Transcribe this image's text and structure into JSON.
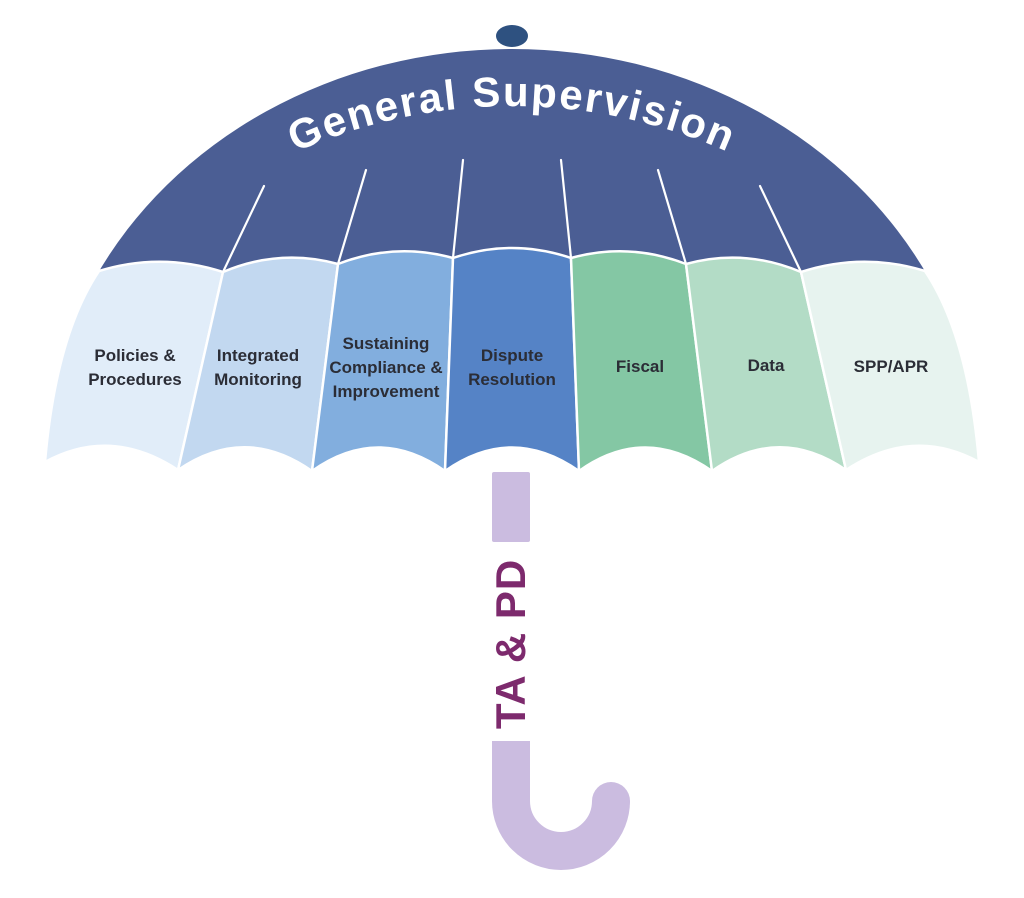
{
  "diagram": {
    "title": "General Supervision",
    "type": "umbrella-infographic"
  },
  "panels": [
    {
      "label": "Policies &\nProcedures",
      "color": "#e1edf9"
    },
    {
      "label": "Integrated\nMonitoring",
      "color": "#c2d8f0"
    },
    {
      "label": "Sustaining\nCompliance &\nImprovement",
      "color": "#82aede"
    },
    {
      "label": "Dispute\nResolution",
      "color": "#5583c6"
    },
    {
      "label": "Fiscal",
      "color": "#84c7a4"
    },
    {
      "label": "Data",
      "color": "#b3dcc6"
    },
    {
      "label": "SPP/APR",
      "color": "#e7f3ef"
    }
  ],
  "handle": {
    "label": "TA & PD",
    "shaft_color": "#cbbce0",
    "label_color": "#7d2a6d"
  },
  "colors": {
    "canopy": "#4b5e94",
    "tip": "#2e5180",
    "title_text": "#ffffff",
    "rib_lines": "#ffffff",
    "panel_label_text": "#2b2d36",
    "background": "#ffffff"
  }
}
